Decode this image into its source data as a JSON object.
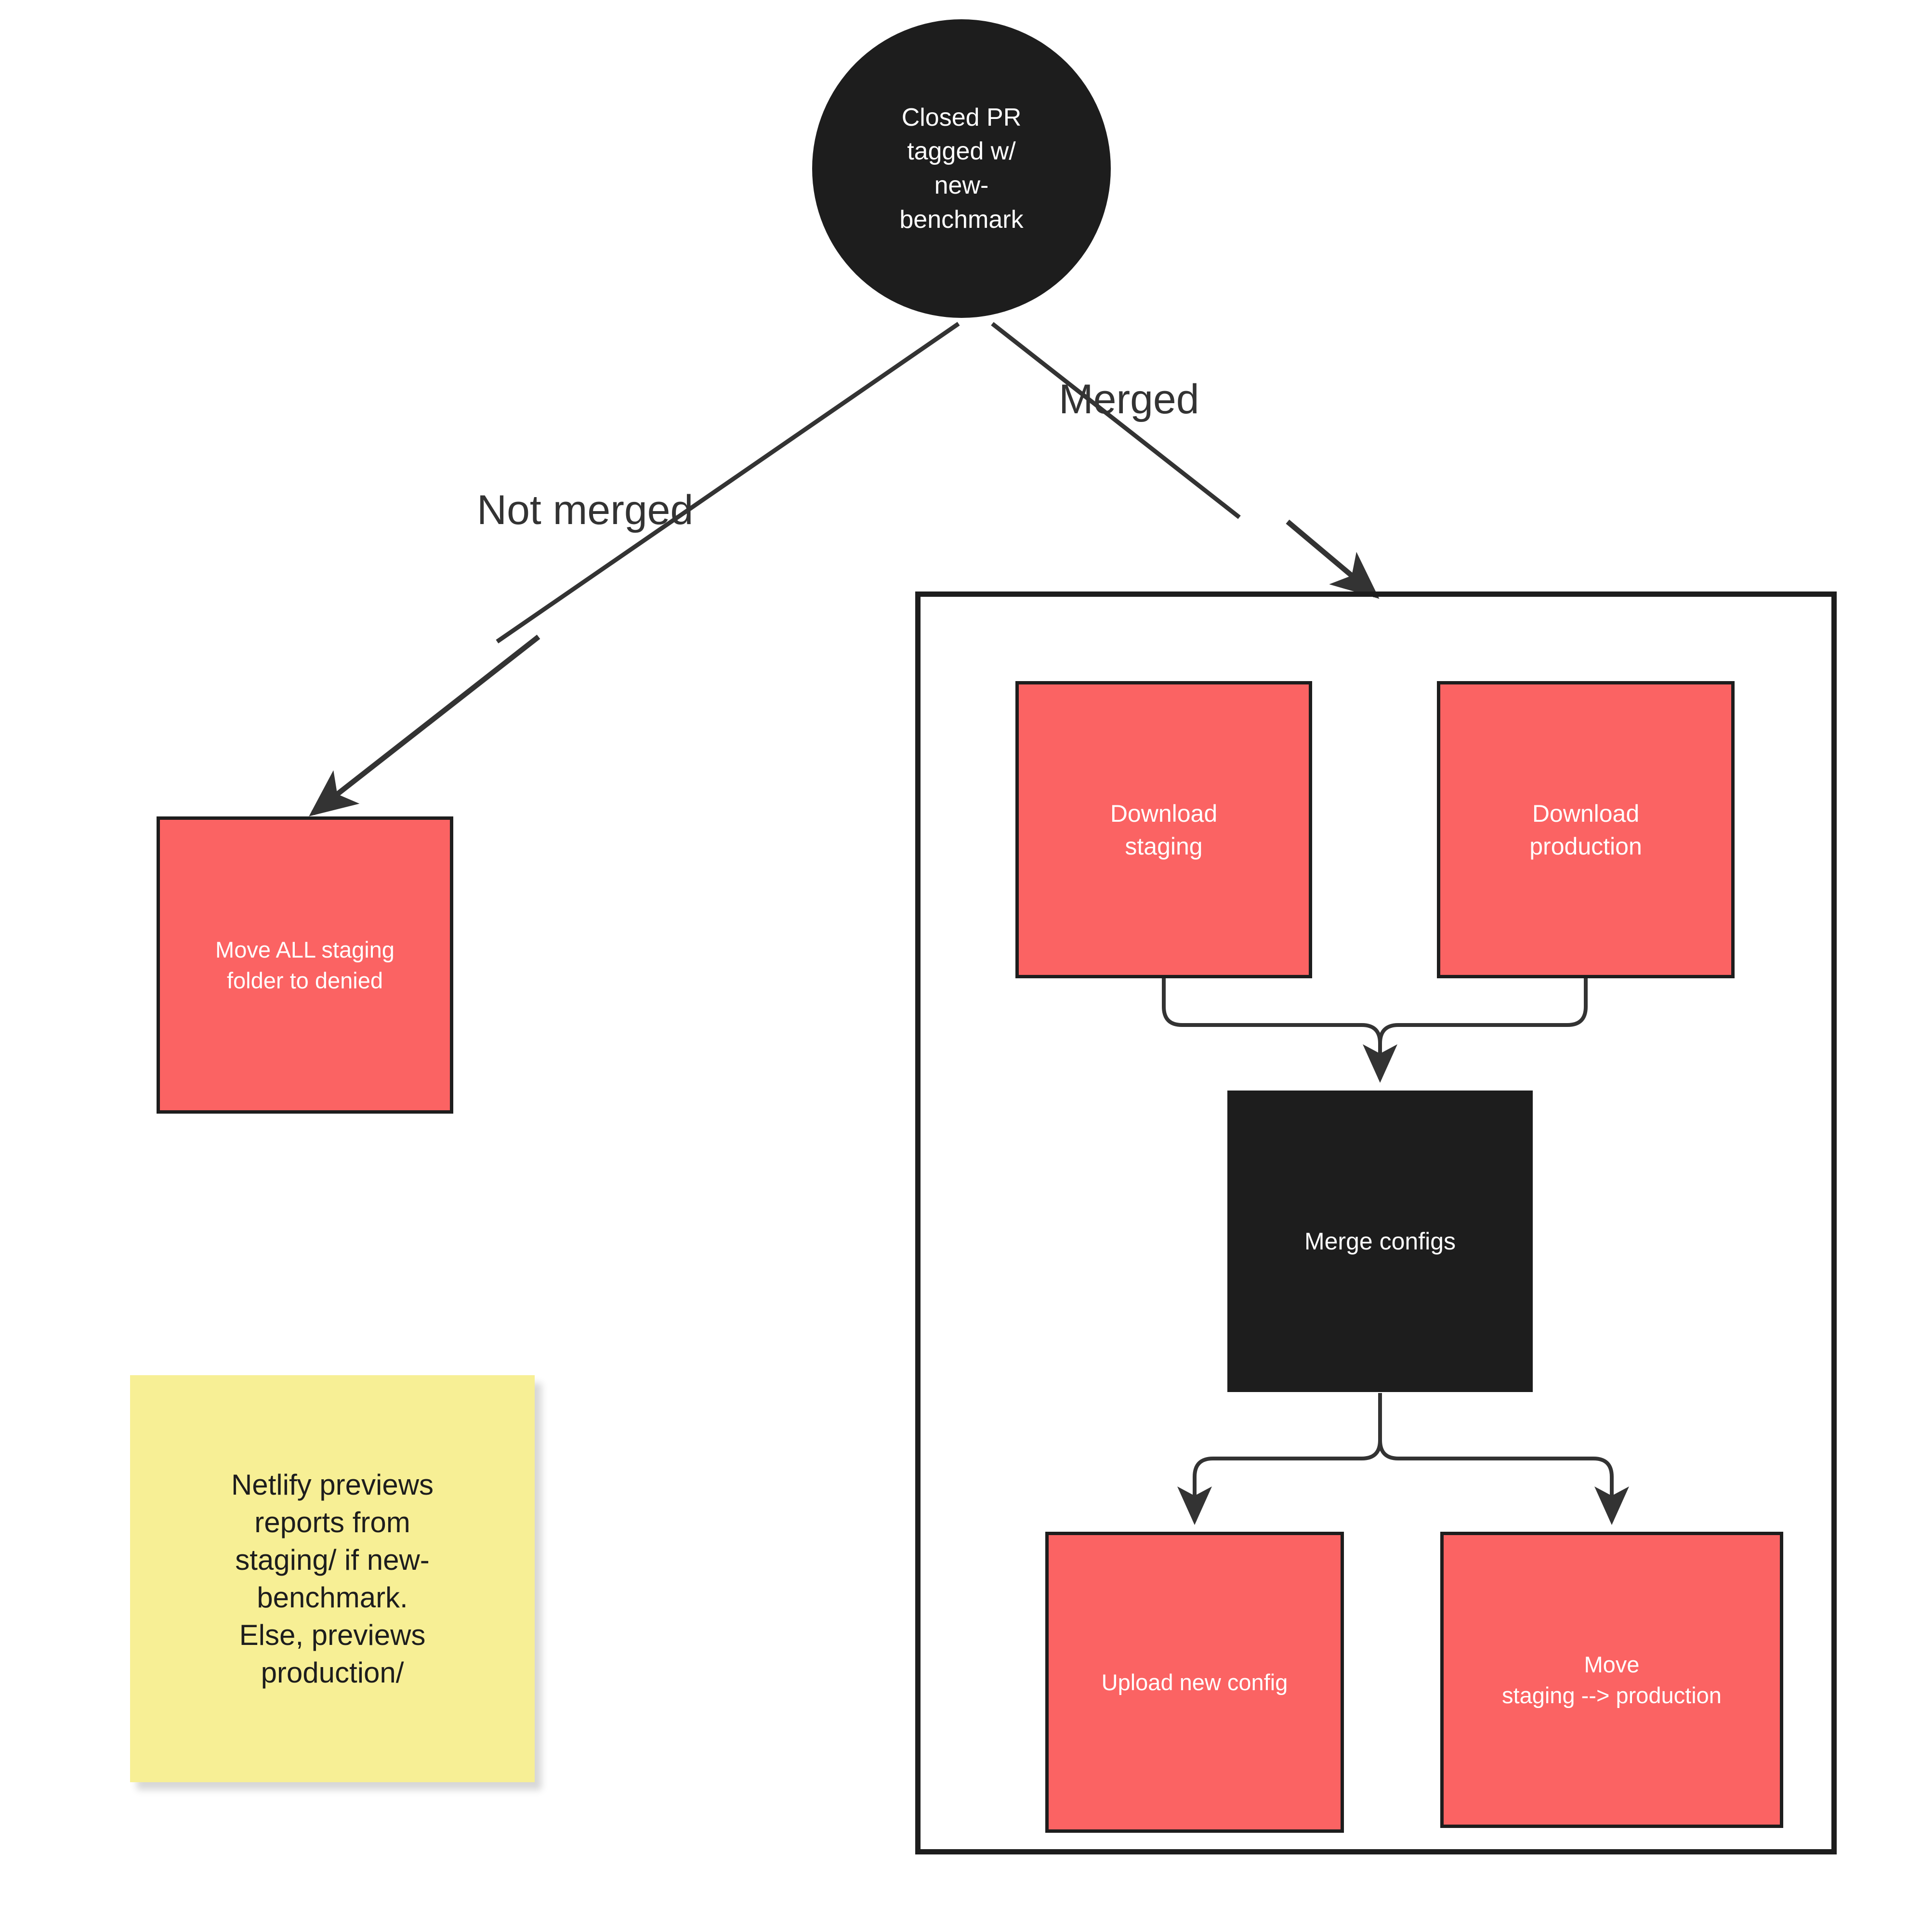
{
  "diagram": {
    "title_node": {
      "id": "closed-pr",
      "label": "Closed PR\ntagged w/\nnew-\nbenchmark",
      "shape": "circle",
      "fill": "#1d1d1d",
      "text_color": "#ffffff"
    },
    "edge_labels": {
      "merged": "Merged",
      "not_merged": "Not merged"
    },
    "not_merged_branch": {
      "label": "Move ALL staging\nfolder to denied"
    },
    "merged_branch": {
      "container_label": "",
      "download_staging": "Download\nstaging",
      "download_production": "Download\nproduction",
      "merge_configs": "Merge configs",
      "upload_new_config": "Upload new config",
      "move_staging_production": "Move\nstaging --> production"
    },
    "sticky_note": {
      "text": "Netlify previews\nreports from\nstaging/ if new-\nbenchmark.\nElse, previews\nproduction/",
      "fill": "#f7ef95",
      "text_color": "#1d1d1d"
    },
    "colors": {
      "process_fill": "#fb6363",
      "decision_fill": "#1d1d1d",
      "stroke": "#1d1d1d",
      "edge_stroke": "#333333",
      "background": "#ffffff",
      "note_fill": "#f7ef95"
    }
  }
}
